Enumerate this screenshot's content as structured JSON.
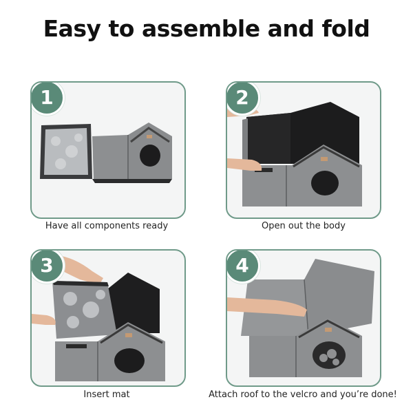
{
  "title": "Easy to assemble and fold",
  "steps": [
    {
      "number": "1",
      "caption": "Have all components ready"
    },
    {
      "number": "2",
      "caption": "Open out the body"
    },
    {
      "number": "3",
      "caption": "Insert mat"
    },
    {
      "number": "4",
      "caption": "Attach roof to the velcro and you’re done!"
    }
  ],
  "colors": {
    "accent": "#5a8a78",
    "border": "#6f9a89",
    "felt": "#8d8f91"
  }
}
